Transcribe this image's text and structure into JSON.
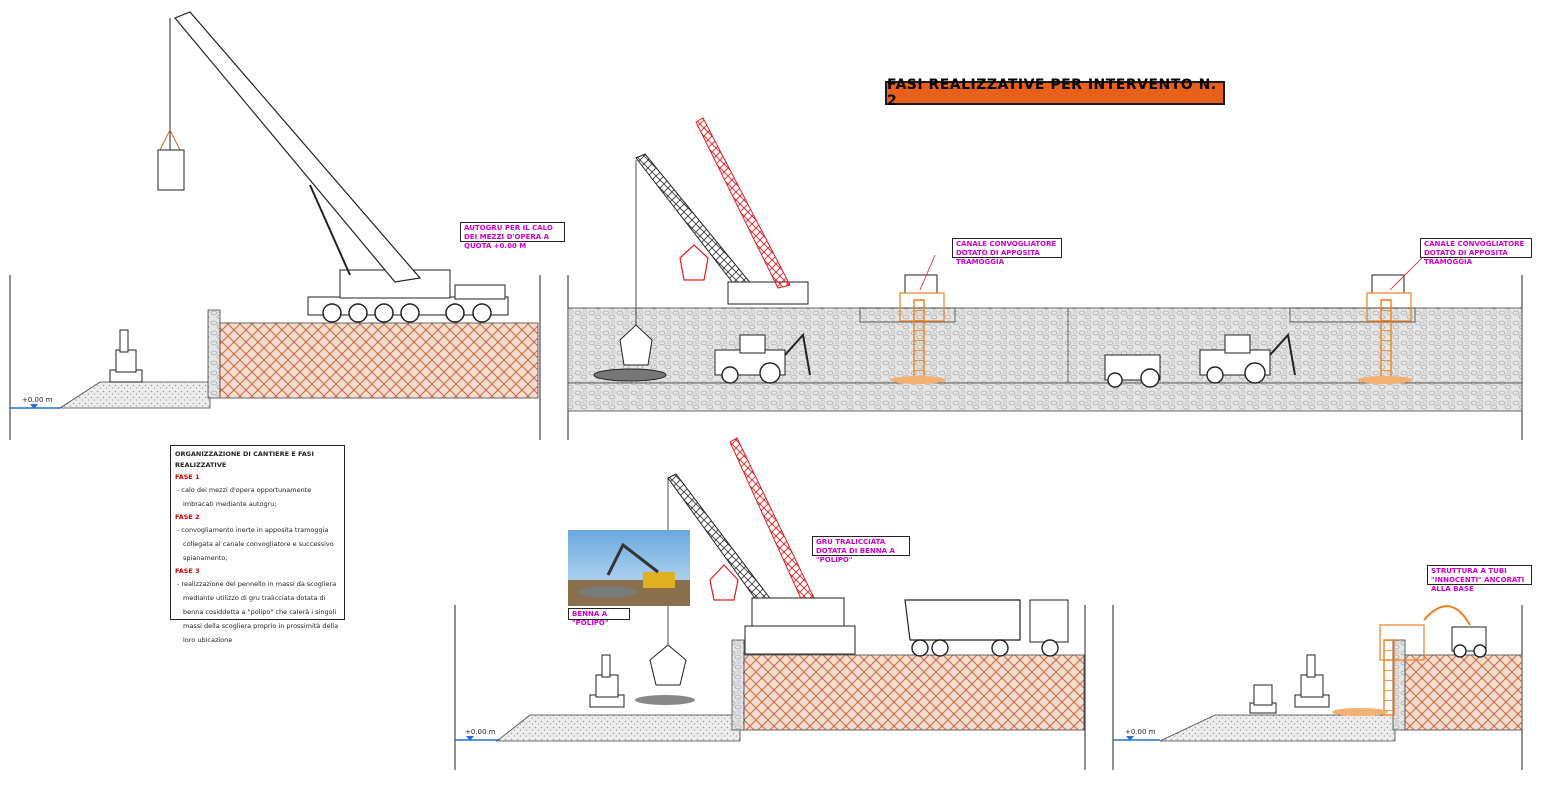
{
  "title": "FASI REALIZZATIVE PER INTERVENTO N. 2",
  "callouts": {
    "autogru": "AUTOGRU PER IL CALO DEI MEZZI D'OPERA A QUOTA +0.00 M",
    "canale_1": "CANALE CONVOGLIATORE DOTATO DI APPOSITA TRAMOGGIA",
    "canale_2": "CANALE CONVOGLIATORE DOTATO DI APPOSITA TRAMOGGIA",
    "gru": "GRU TRALICCIATA DOTATA DI BENNA A \"POLIPO\"",
    "benna": "BENNA A \"POLIPO\"",
    "struttura": "STRUTTURA A TUBI \"INNOCENTI\" ANCORATI ALLA BASE"
  },
  "level_label": "+0.00 m",
  "legend": {
    "title": "ORGANIZZAZIONE DI CANTIERE E FASI REALIZZATIVE",
    "phases": [
      {
        "name": "FASE 1",
        "items": [
          "calo dei mezzi d'opera opportunamente imbracati mediante autogru;"
        ]
      },
      {
        "name": "FASE 2",
        "items": [
          "convogliamento inerte in apposita tramoggia collegata al canale convogliatore e successivo spianamento;"
        ]
      },
      {
        "name": "FASE 3",
        "items": [
          "realizzazione del pennello in massi da scogliera mediante utilizzo di gru tralicciata dotata di benna cosiddetta a \"polipo\" che calerà i singoli massi della scogliera proprio in prossimità della loro ubicazione"
        ]
      }
    ]
  },
  "colors": {
    "banner": "#e8601a",
    "callout_text": "#d000d0",
    "phase_text": "#d00000",
    "crane_red": "#e02020",
    "brick": "#c86a3c",
    "hopper_orange": "#f08020",
    "stone": "#9a9a9a"
  }
}
